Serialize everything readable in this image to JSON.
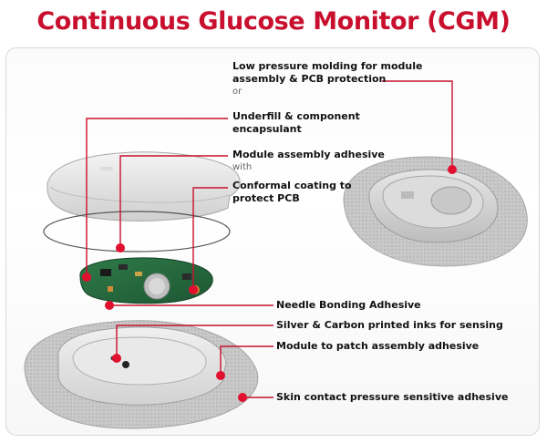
{
  "title": "Continuous Glucose Monitor (CGM)",
  "accent_color": "#c8102e",
  "callouts": [
    {
      "line1": "Low pressure molding for module",
      "line2": "assembly & PCB protection",
      "connector": "or"
    },
    {
      "line1": "Underfill & component",
      "line2": "encapsulant"
    },
    {
      "line1": "Module assembly adhesive",
      "connector": "with"
    },
    {
      "line1": "Conformal coating to",
      "line2": "protect PCB"
    },
    {
      "line1": "Needle Bonding Adhesive"
    },
    {
      "line1": "Silver & Carbon printed inks for sensing"
    },
    {
      "line1": "Module to patch assembly adhesive"
    },
    {
      "line1": "Skin contact pressure sensitive adhesive"
    }
  ]
}
